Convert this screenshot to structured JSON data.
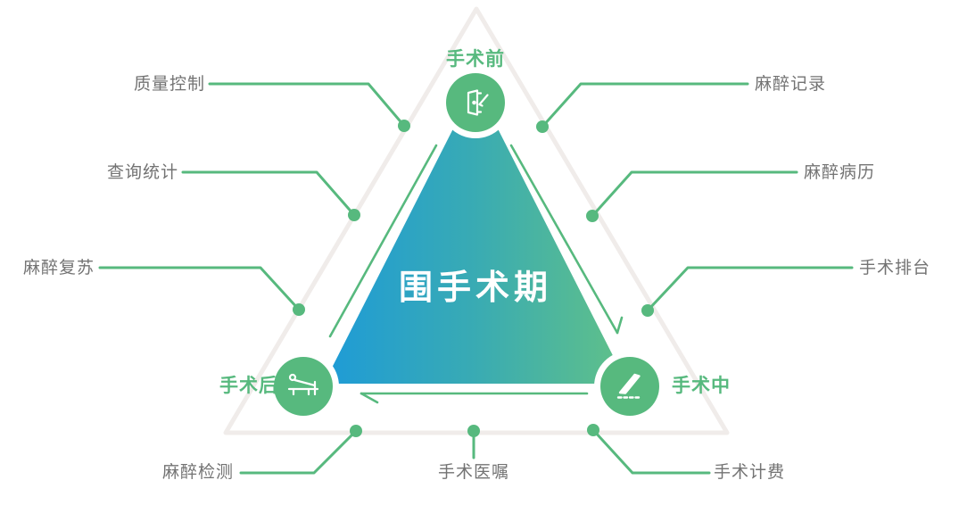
{
  "title": "围手术期",
  "colors": {
    "accent_green": "#57b97e",
    "gradient_blue": "#1e9bd7",
    "gradient_teal": "#39abb3",
    "gradient_green": "#61c188",
    "label_gray": "#737373",
    "outline_gray": "#f0ecea",
    "title_white": "#ffffff"
  },
  "phases": {
    "pre": {
      "label": "手术前",
      "icon": "door-checkin-icon"
    },
    "intra": {
      "label": "手术中",
      "icon": "scalpel-icon"
    },
    "post": {
      "label": "手术后",
      "icon": "recovery-bed-icon"
    }
  },
  "features": [
    {
      "label": "质量控制",
      "position": "left-top"
    },
    {
      "label": "查询统计",
      "position": "left-middle"
    },
    {
      "label": "麻醉复苏",
      "position": "left-bottom"
    },
    {
      "label": "麻醉记录",
      "position": "right-top"
    },
    {
      "label": "麻醉病历",
      "position": "right-middle"
    },
    {
      "label": "手术排台",
      "position": "right-bottom"
    },
    {
      "label": "麻醉检测",
      "position": "bottom-left"
    },
    {
      "label": "手术医嘱",
      "position": "bottom-center"
    },
    {
      "label": "手术计费",
      "position": "bottom-right"
    }
  ]
}
